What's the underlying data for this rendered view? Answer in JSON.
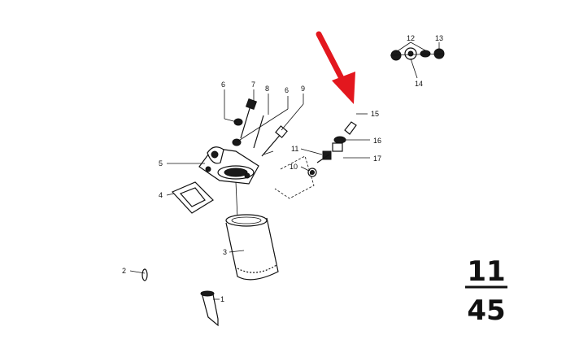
{
  "callouts": {
    "c1": "1",
    "c2": "2",
    "c3": "3",
    "c4": "4",
    "c5": "5",
    "c6a": "6",
    "c6b": "6",
    "c7": "7",
    "c8": "8",
    "c9": "9",
    "c10": "10",
    "c11": "11",
    "c12": "12",
    "c13": "13",
    "c14": "14",
    "c15": "15",
    "c16": "16",
    "c17": "17"
  },
  "page_ref": {
    "top": "11",
    "bottom": "45"
  },
  "colors": {
    "arrow": "#e3171e",
    "ink": "#111111"
  }
}
